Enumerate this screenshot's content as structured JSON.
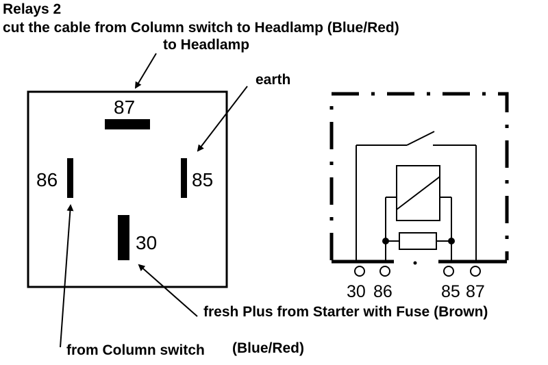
{
  "header": {
    "title": "Relays 2",
    "instruction": "cut the cable from Column switch to Headlamp (Blue/Red)",
    "to_headlamp": "to Headlamp"
  },
  "annotations": {
    "earth": "earth",
    "fresh_plus": "fresh Plus from Starter with Fuse (Brown)",
    "from_column_switch": "from Column switch",
    "from_column_switch_color": "(Blue/Red)"
  },
  "relay_pinout": {
    "pin_87": "87",
    "pin_86": "86",
    "pin_85": "85",
    "pin_30": "30"
  },
  "schematic": {
    "terminal_30": "30",
    "terminal_86": "86",
    "terminal_85": "85",
    "terminal_87": "87"
  }
}
